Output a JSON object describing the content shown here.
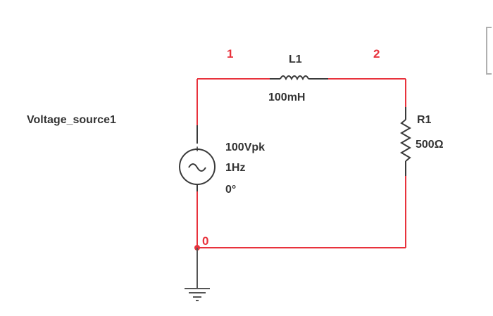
{
  "colors": {
    "wire": "#e8323c",
    "component": "#3a3a3a",
    "text": "#333333",
    "net_label": "#e8323c",
    "ground": "#555555"
  },
  "nets": {
    "n1": "1",
    "n2": "2",
    "n0": "0"
  },
  "source": {
    "name": "Voltage_source1",
    "amplitude": "100Vpk",
    "frequency": "1Hz",
    "phase": "0°",
    "plus": "+",
    "minus": "−",
    "symbol": "~"
  },
  "inductor": {
    "name": "L1",
    "value": "100mH"
  },
  "resistor": {
    "name": "R1",
    "value": "500Ω"
  },
  "icons": {
    "ground": "ground-icon",
    "source": "ac-source-icon",
    "junction": "junction-dot-icon"
  }
}
